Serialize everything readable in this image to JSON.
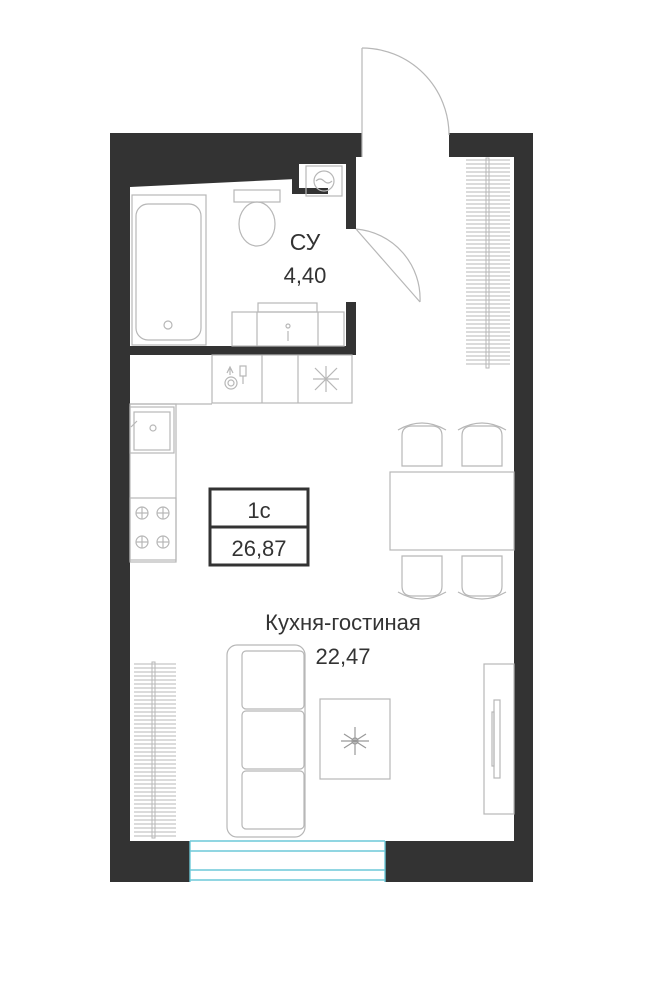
{
  "plan": {
    "unit_badge": {
      "type": "1с",
      "total_area": "26,87"
    },
    "rooms": [
      {
        "id": "bathroom",
        "name": "СУ",
        "area": "4,40"
      },
      {
        "id": "kitchen-living",
        "name": "Кухня-гостиная",
        "area": "22,47"
      }
    ],
    "colors": {
      "wall": "#333333",
      "furniture_stroke": "#b7b7b7",
      "window_glass": "#6dc9d8",
      "badge_border": "#333333"
    }
  }
}
